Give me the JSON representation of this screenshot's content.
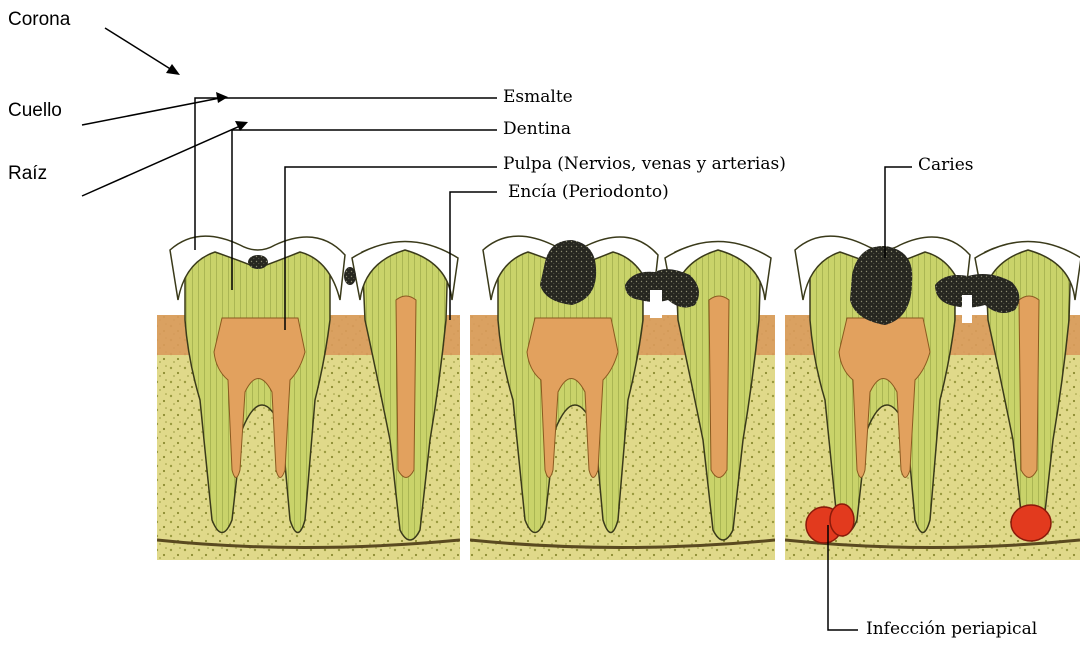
{
  "labels_left": {
    "corona": "Corona",
    "cuello": "Cuello",
    "raiz": "Raíz"
  },
  "labels_right": {
    "esmalte": "Esmalte",
    "dentina": "Dentina",
    "pulpa": "Pulpa (Nervios, venas y arterias)",
    "encia": "Encía (Periodonto)",
    "caries": "Caries",
    "infeccion": "Infección periapical"
  },
  "panels": [
    {
      "stage": "sano"
    },
    {
      "stage": "caries"
    },
    {
      "stage": "infeccion"
    }
  ],
  "colors": {
    "bone": "#e0d98a",
    "bone_dot": "#9a9a40",
    "dentin": "#c9d36a",
    "dentin_line": "#6f7a2a",
    "pulp": "#e2a15e",
    "gum": "#d99a5c",
    "enamel": "#ffffff",
    "caries": "#2a2a22",
    "infection": "#e23a1e",
    "outline": "#3a3a1a"
  }
}
